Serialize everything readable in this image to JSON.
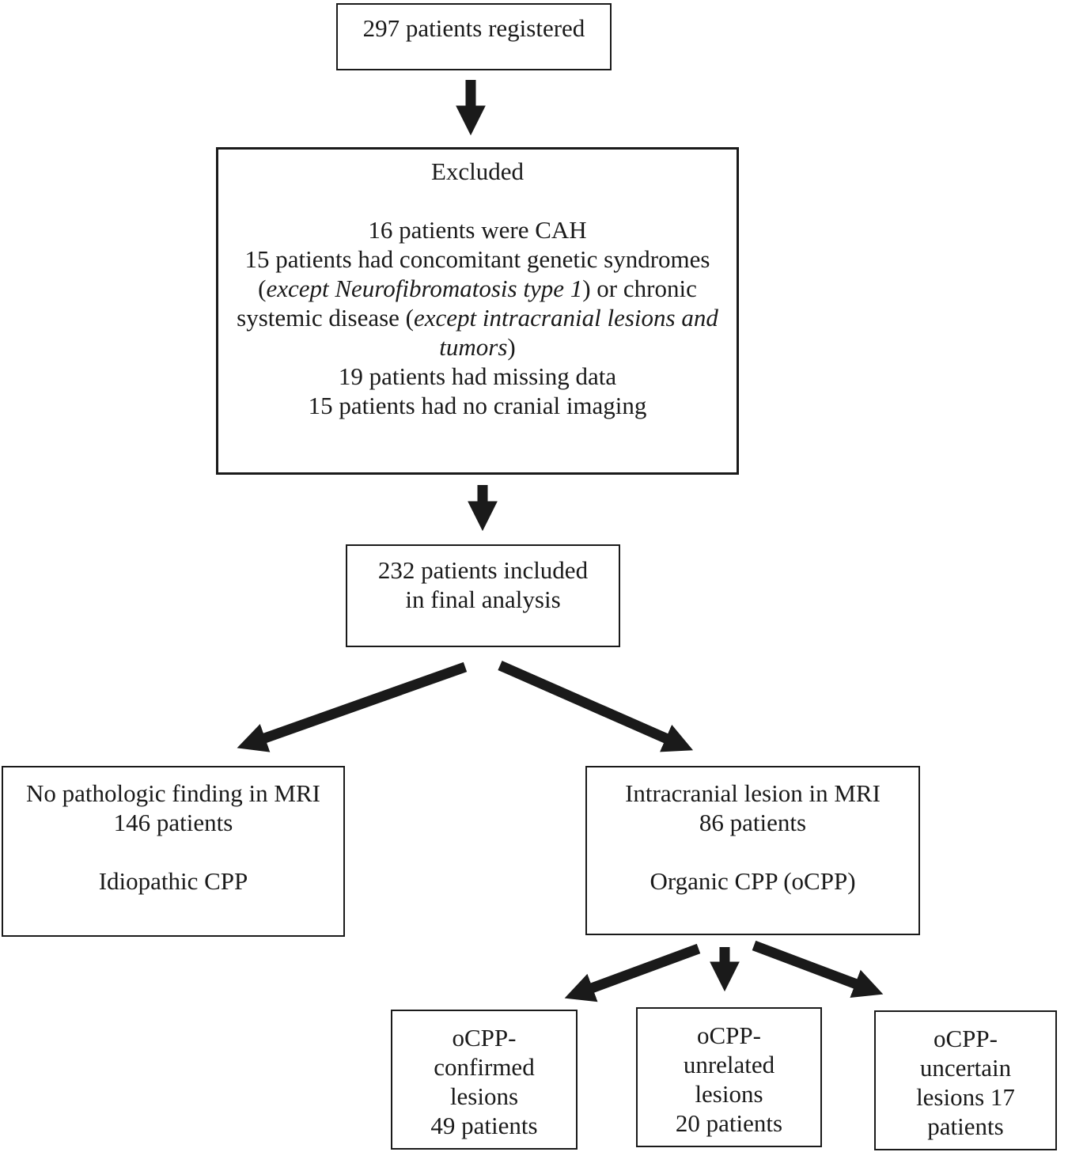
{
  "colors": {
    "ink": "#1a1a1a",
    "background": "#ffffff"
  },
  "boxes": {
    "registered": {
      "text": "297 patients registered"
    },
    "excluded": {
      "title": "Excluded",
      "lines": [
        [
          {
            "t": "16 patients were CAH"
          }
        ],
        [
          {
            "t": "15 patients had concomitant genetic syndromes"
          }
        ],
        [
          {
            "t": "("
          },
          {
            "t": "except Neurofibromatosis type 1",
            "i": true
          },
          {
            "t": ") or chronic"
          }
        ],
        [
          {
            "t": "systemic disease ("
          },
          {
            "t": "except intracranial lesions and",
            "i": true
          }
        ],
        [
          {
            "t": "tumors",
            "i": true
          },
          {
            "t": ")"
          }
        ],
        [
          {
            "t": "19 patients had missing data"
          }
        ],
        [
          {
            "t": "15 patients had no cranial imaging"
          }
        ]
      ]
    },
    "included": {
      "lines": [
        "232 patients included",
        "in final analysis"
      ]
    },
    "idiopathic": {
      "lines": [
        "No pathologic finding in MRI",
        "146 patients",
        "",
        "Idiopathic CPP"
      ]
    },
    "organic": {
      "lines": [
        "Intracranial lesion in MRI",
        "86 patients",
        "",
        "Organic CPP (oCPP)"
      ]
    },
    "confirmed": {
      "lines": [
        "oCPP-",
        "confirmed",
        "lesions",
        "49 patients"
      ]
    },
    "unrelated": {
      "lines": [
        "oCPP-",
        "unrelated",
        "lesions",
        "20 patients"
      ]
    },
    "uncertain": {
      "lines": [
        "oCPP-",
        "uncertain",
        "lesions 17",
        "patients"
      ]
    }
  }
}
